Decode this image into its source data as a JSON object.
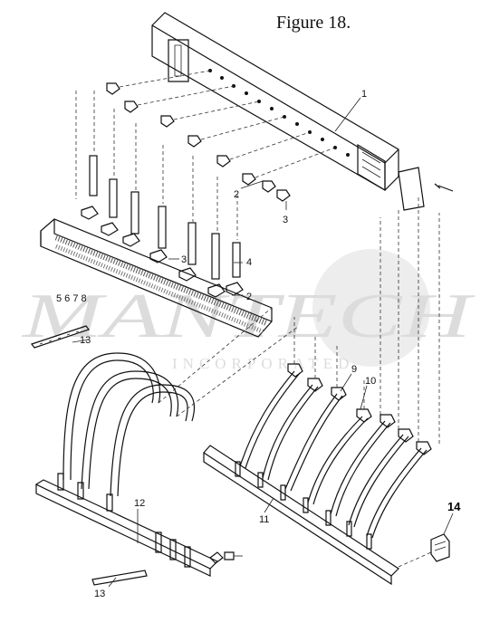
{
  "figure": {
    "title": "Figure 18."
  },
  "watermark": {
    "name": "MANTECH",
    "sub": "INCORPORATED"
  },
  "callouts": {
    "c1": "1",
    "c2a": "2",
    "c2b": "2",
    "c3a": "3",
    "c3b": "3",
    "c4": "4",
    "c5678": "5 6 7 8",
    "c9": "9",
    "c10": "10",
    "c11": "11",
    "c12": "12",
    "c13a": "13",
    "c13b": "13",
    "c14": "14"
  }
}
